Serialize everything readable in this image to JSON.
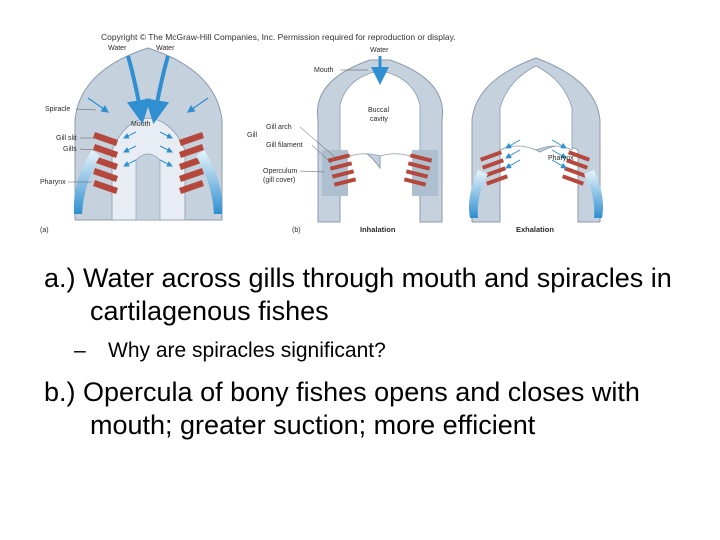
{
  "figure": {
    "copyright": "Copyright © The McGraw-Hill Companies, Inc. Permission required for reproduction or display.",
    "panel_a": {
      "tag": "(a)",
      "labels": {
        "water_left": "Water",
        "water_right": "Water",
        "spiracle": "Spiracle",
        "mouth": "Mouth",
        "gill_slit": "Gill slit",
        "gills": "Gills",
        "pharynx": "Pharynx"
      }
    },
    "panel_b": {
      "tag": "(b)",
      "labels": {
        "water": "Water",
        "mouth": "Mouth",
        "buccal_cavity_1": "Buccal",
        "buccal_cavity_2": "cavity",
        "gill": "Gill",
        "gill_arch": "Gill arch",
        "gill_filament": "Gill filament",
        "operculum_1": "Operculum",
        "operculum_2": "(gill cover)",
        "pharynx": "Pharynx",
        "inhalation": "Inhalation",
        "exhalation": "Exhalation"
      }
    },
    "colors": {
      "body_fill": "#c5d1dd",
      "body_stroke": "#8a9cae",
      "gill_red": "#b5473d",
      "water_blue": "#2f8fd0",
      "water_light": "#cfe8f7"
    }
  },
  "bullets": {
    "a": "a.) Water across gills through mouth and spiracles in cartilagenous fishes",
    "sub_dash": "–",
    "sub": "Why are spiracles significant?",
    "b": "b.) Opercula of bony fishes opens and closes with mouth; greater suction; more efficient"
  }
}
